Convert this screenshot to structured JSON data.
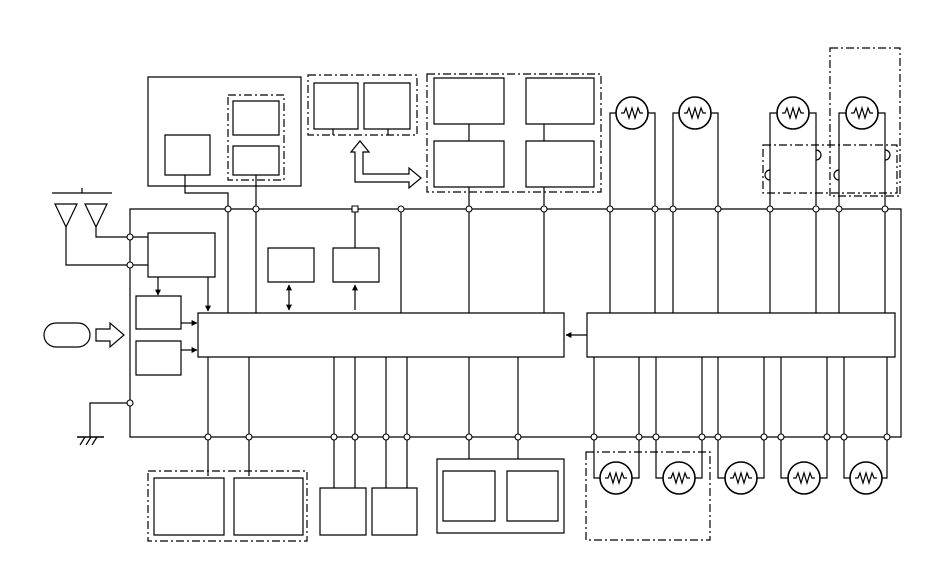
{
  "diagram": {
    "style": {
      "line_color": "#000000",
      "background": "#ffffff",
      "dash_pattern": "dash-dot"
    },
    "blocks": [
      {
        "name": "antenna-pair"
      },
      {
        "name": "ground-symbol"
      },
      {
        "name": "oval-input-terminal"
      },
      {
        "name": "hollow-input-arrow"
      },
      {
        "name": "main-frame"
      },
      {
        "name": "left-processing-unit"
      },
      {
        "name": "right-processing-unit"
      },
      {
        "name": "heater-resistor-element"
      },
      {
        "name": "dashed-subassembly-group"
      }
    ]
  }
}
